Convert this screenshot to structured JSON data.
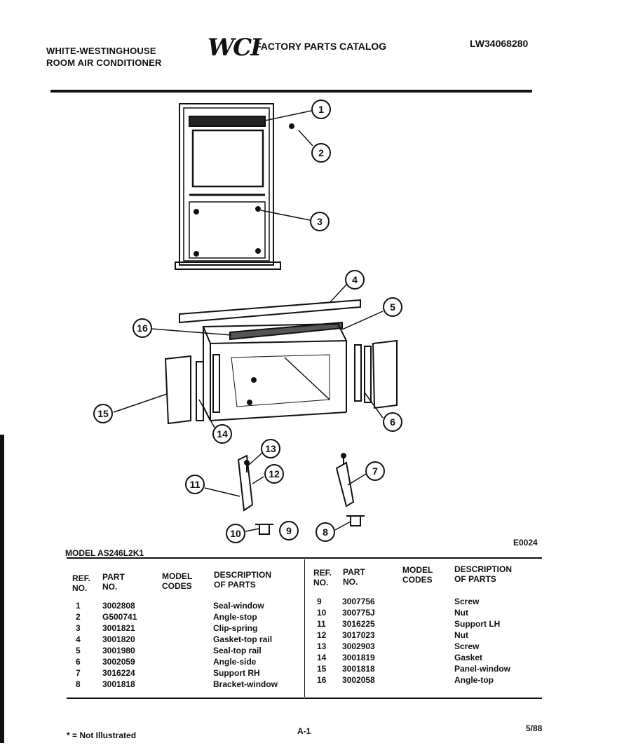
{
  "header": {
    "brand_line1": "WHITE-WESTINGHOUSE",
    "brand_line2": "ROOM AIR CONDITIONER",
    "logo_text": "WCI",
    "catalog_title": "FACTORY PARTS CATALOG",
    "model_number": "LW34068280"
  },
  "diagram": {
    "code": "E0024",
    "callouts": [
      "1",
      "2",
      "3",
      "4",
      "5",
      "6",
      "7",
      "8",
      "9",
      "10",
      "11",
      "12",
      "13",
      "14",
      "15",
      "16"
    ]
  },
  "model_line": "MODEL AS246L2K1",
  "table": {
    "headers": {
      "ref": [
        "REF.",
        "NO."
      ],
      "part": [
        "PART",
        "NO."
      ],
      "model": [
        "MODEL",
        "CODES"
      ],
      "desc": [
        "DESCRIPTION",
        "OF PARTS"
      ]
    },
    "left_rows": [
      {
        "ref": "1",
        "part": "3002808",
        "desc": "Seal-window"
      },
      {
        "ref": "2",
        "part": "G500741",
        "desc": "Angle-stop"
      },
      {
        "ref": "3",
        "part": "3001821",
        "desc": "Clip-spring"
      },
      {
        "ref": "4",
        "part": "3001820",
        "desc": "Gasket-top rail"
      },
      {
        "ref": "5",
        "part": "3001980",
        "desc": "Seal-top rail"
      },
      {
        "ref": "6",
        "part": "3002059",
        "desc": "Angle-side"
      },
      {
        "ref": "7",
        "part": "3016224",
        "desc": "Support RH"
      },
      {
        "ref": "8",
        "part": "3001818",
        "desc": "Bracket-window"
      }
    ],
    "right_rows": [
      {
        "ref": "9",
        "part": "3007756",
        "desc": "Screw"
      },
      {
        "ref": "10",
        "part": "300775J",
        "desc": "Nut"
      },
      {
        "ref": "11",
        "part": "3016225",
        "desc": "Support LH"
      },
      {
        "ref": "12",
        "part": "3017023",
        "desc": "Nut"
      },
      {
        "ref": "13",
        "part": "3002903",
        "desc": "Screw"
      },
      {
        "ref": "14",
        "part": "3001819",
        "desc": "Gasket"
      },
      {
        "ref": "15",
        "part": "3001818",
        "desc": "Panel-window"
      },
      {
        "ref": "16",
        "part": "3002058",
        "desc": "Angle-top"
      }
    ]
  },
  "footer": {
    "note": "* = Not Illustrated",
    "page": "A-1",
    "date": "5/88"
  }
}
